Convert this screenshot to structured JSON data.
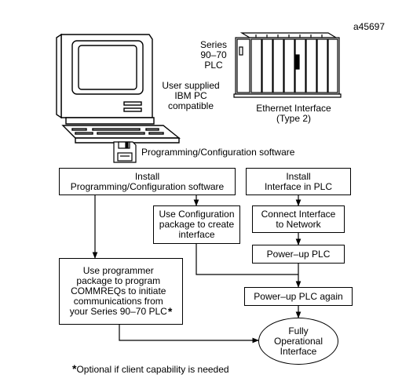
{
  "figure_id": "a45697",
  "hardware": {
    "pc_label": "User supplied\nIBM PC\ncompatible",
    "plc_label": "Series 90–70\nPLC",
    "ethernet_label": "Ethernet Interface\n(Type 2)"
  },
  "software_label": "Programming/Configuration software",
  "steps": {
    "install_software": "Install\nProgramming/Configuration software",
    "install_interface": "Install\nInterface in PLC",
    "use_config": "Use Configuration\npackage to create\ninterface",
    "connect_network": "Connect Interface\nto Network",
    "powerup": "Power–up PLC",
    "use_programmer": "Use programmer\npackage to program\nCOMMREQs to initiate\ncommunications from\nyour Series 90–70 PLC",
    "powerup_again": "Power–up PLC again",
    "fully_operational": "Fully\nOperational\nInterface"
  },
  "asterisk": "*",
  "footnote": "Optional if client capability is needed"
}
